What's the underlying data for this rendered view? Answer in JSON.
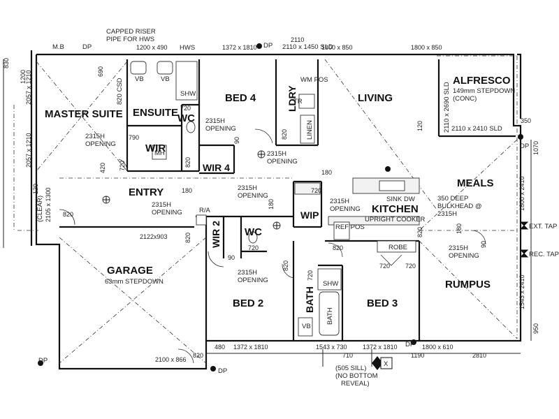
{
  "rooms": {
    "master_suite": "MASTER SUITE",
    "ensuite": "ENSUITE",
    "wc1": "WC",
    "wir": "WIR",
    "bed4": "BED 4",
    "ldry": "LDRY",
    "living": "LIVING",
    "alfresco": "ALFRESCO",
    "wir4": "WIR 4",
    "entry": "ENTRY",
    "meals": "MEALS",
    "kitchen": "KITCHEN",
    "wip": "WIP",
    "wir2": "WIR 2",
    "wc2": "WC",
    "garage": "GARAGE",
    "bed2": "BED 2",
    "bath": "BATH",
    "bed3": "BED 3",
    "rumpus": "RUMPUS"
  },
  "notes": {
    "alfresco_stepdown": "149mm STEPDOWN",
    "alfresco_conc": "(CONC)",
    "garage_stepdown": "63mm STEPDOWN",
    "capped_riser": "CAPPED RISER",
    "pipe_hws": "PIPE FOR HWS",
    "hws": "HWS",
    "mb": "M.B",
    "dp": "DP",
    "vb": "VB",
    "shw": "SHW",
    "mh": "MH",
    "wm_pos": "WM POS",
    "tr": "TR",
    "linen": "LINEN",
    "sink": "SINK",
    "dw": "DW",
    "bulkhead_1": "350 DEEP",
    "bulkhead_2": "BULKHEAD @",
    "bulkhead_3": "2315H",
    "upright_cooker": "UPRIGHT COOKER",
    "ref_pos": "REF POS",
    "robe": "ROBE",
    "ra": "R/A",
    "bath_label": "BATH",
    "ext_tap": "EXT. TAP",
    "rec_tap": "REC. TAP",
    "sill_1": "(505 SILL)",
    "sill_2": "(NO BOTTOM",
    "sill_3": "REVEAL)",
    "clear": "(CLEAR)",
    "opening_h": "2315H",
    "opening": "OPENING",
    "csd": "820 CSD",
    "sld_living": "2110 x 1450 SLD",
    "sld_alf_1": "2110 x 2690 SLD",
    "sld_alf_2": "2110 x 2410 SLD",
    "x_mark": "X"
  },
  "dimensions": {
    "w_1200x490": "1200 x 490",
    "w_1372x1810": "1372 x 1810",
    "w_1800x850_a": "1800 x 850",
    "w_1800x850_b": "1800 x 850",
    "d_2110": "2110",
    "d_830": "830",
    "d_2057x1210_a": "2057 x 1210",
    "d_2057x1210_b": "2057 x 1210",
    "d_2105x1300": "2105 x 1300",
    "d_690": "690",
    "d_720": "720",
    "d_820": "820",
    "d_790": "790",
    "d_90": "90",
    "d_180": "180",
    "d_120": "120",
    "d_350": "350",
    "d_1070": "1070",
    "d_1800x2410_a": "1800 x 2410",
    "d_1543x2410": "1543 x 2410",
    "d_950": "950",
    "d_2122x903": "2122x903",
    "d_2100x866": "2100 x 866",
    "d_1372x1810_b": "1372 x 1810",
    "d_1543x730": "1543 x 730",
    "d_1372x1810_c": "1372 x 1810",
    "d_1800x610": "1800 x 610",
    "d_480": "480",
    "d_710": "710",
    "d_1190": "1190",
    "d_2810": "2810",
    "d_420": "420",
    "d_1200": "1200"
  }
}
